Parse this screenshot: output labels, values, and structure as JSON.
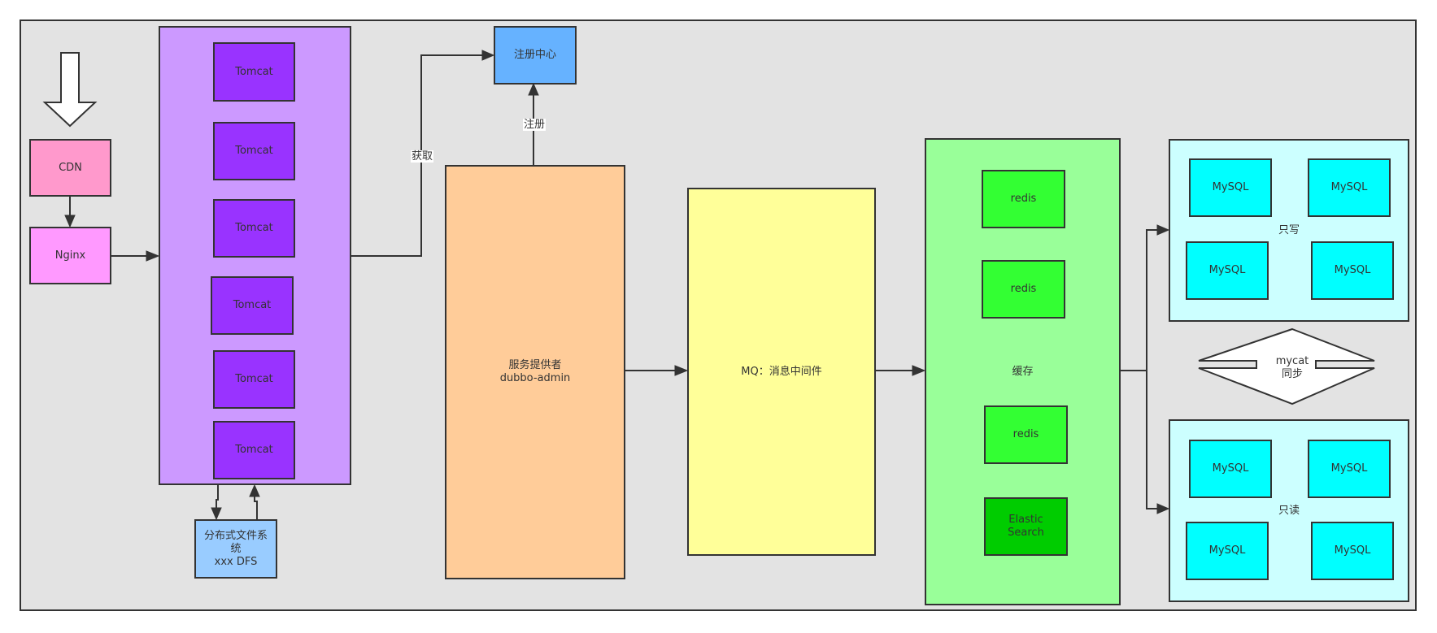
{
  "diagram": {
    "colors": {
      "background": "#e3e3e3",
      "stroke": "#333333",
      "cdn": "#ff99cc",
      "nginx": "#ff99ff",
      "tomcat_cluster": "#cc99ff",
      "tomcat": "#9933ff",
      "dfs": "#99ccff",
      "registry": "#66b2ff",
      "provider": "#ffcc99",
      "mq": "#ffff99",
      "cache_cluster": "#99ff99",
      "redis": "#33ff33",
      "elastic": "#00cc00",
      "db_cluster": "#ccffff",
      "mysql": "#00ffff",
      "sync": "#ffffff"
    },
    "entry_arrow": {
      "icon": "down-block-arrow-icon"
    },
    "cdn": {
      "label": "CDN"
    },
    "nginx": {
      "label": "Nginx"
    },
    "tomcat_cluster": {
      "nodes": [
        "Tomcat",
        "Tomcat",
        "Tomcat",
        "Tomcat",
        "Tomcat",
        "Tomcat"
      ]
    },
    "dfs": {
      "line1": "分布式文件系",
      "line2": "统",
      "line3": "xxx DFS"
    },
    "registry": {
      "label": "注册中心"
    },
    "edges": {
      "fetch": "获取",
      "register": "注册"
    },
    "provider": {
      "line1": "服务提供者",
      "line2": "dubbo-admin"
    },
    "mq": {
      "label": "MQ：消息中间件"
    },
    "cache": {
      "label": "缓存",
      "redis_nodes": [
        "redis",
        "redis",
        "redis"
      ],
      "search": {
        "line1": "Elastic",
        "line2": "Search"
      }
    },
    "write_db": {
      "label": "只写",
      "nodes": [
        "MySQL",
        "MySQL",
        "MySQL",
        "MySQL"
      ]
    },
    "read_db": {
      "label": "只读",
      "nodes": [
        "MySQL",
        "MySQL",
        "MySQL",
        "MySQL"
      ]
    },
    "sync": {
      "line1": "mycat",
      "line2": "同步"
    }
  }
}
